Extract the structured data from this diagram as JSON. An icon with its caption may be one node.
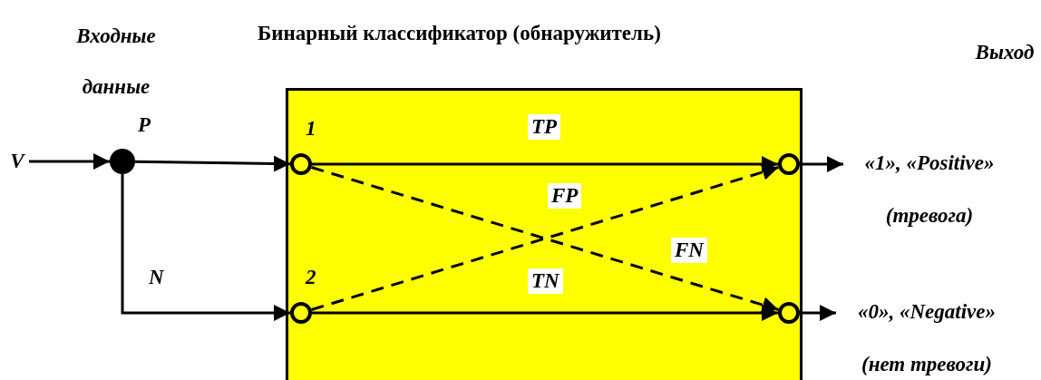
{
  "diagram": {
    "nodes": [
      {
        "text": [
          "Бинарный классификатор (обнаружитель)"
        ]
      },
      {
        "text": [
          "V"
        ]
      },
      {
        "text": [],
        "shape": "circle"
      },
      {
        "text": [],
        "shape": "circle",
        "in": 0
      },
      {
        "text": [],
        "shape": "circle",
        "in": 0
      },
      {
        "text": [],
        "shape": "circle",
        "in": 0
      },
      {
        "text": [],
        "shape": "circle",
        "in": 0
      },
      {
        "text": [
          "«1», «Positive» (тревога)"
        ]
      },
      {
        "text": [
          "«0», «Negative» (нет тревоги)"
        ]
      }
    ],
    "edges": [
      {
        "from": 1,
        "to": 2,
        "arrow": "to"
      },
      {
        "from": 2,
        "to": 3,
        "arrow": "to",
        "label": "P"
      },
      {
        "from": 2,
        "to": 4,
        "arrow": "to",
        "label": "N"
      },
      {
        "from": 3,
        "to": 5,
        "arrow": "to",
        "label": "TP"
      },
      {
        "from": 3,
        "to": 6,
        "arrow": "to",
        "label": "FN",
        "style": "dashed"
      },
      {
        "from": 4,
        "to": 5,
        "arrow": "to",
        "label": "FP",
        "style": "dashed"
      },
      {
        "from": 4,
        "to": 6,
        "arrow": "to",
        "label": "TN"
      },
      {
        "from": 5,
        "to": 7,
        "arrow": "to"
      },
      {
        "from": 6,
        "to": 8,
        "arrow": "to"
      }
    ],
    "labels": [
      "Входные данные",
      "Выход",
      "1",
      "2"
    ]
  }
}
